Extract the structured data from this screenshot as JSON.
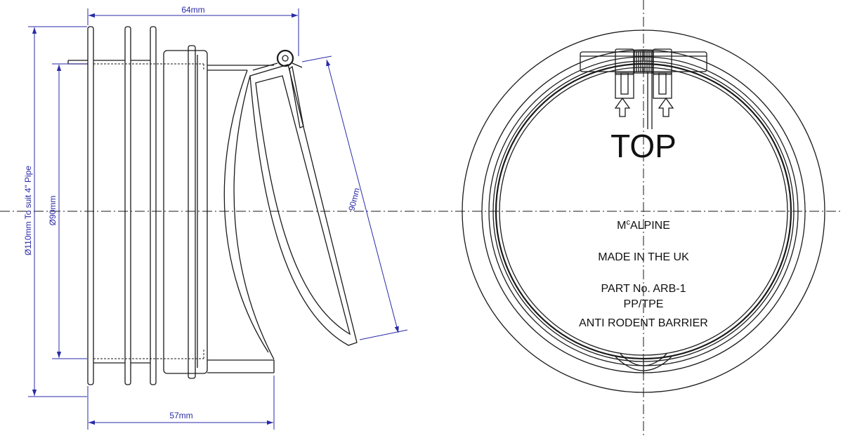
{
  "dimensions": {
    "overall_length": "64mm",
    "body_length": "57mm",
    "outer_diameter": "Ø110mm To suit 4\" Pipe",
    "inner_diameter": "Ø90mm",
    "flap_diameter": "90mm"
  },
  "face_markings": {
    "orientation": "TOP",
    "brand_prefix": "M",
    "brand_superscript": "c",
    "brand_suffix": "ALPINE",
    "origin": "MADE IN THE UK",
    "part_number": "PART No. ARB-1",
    "material": "PP/TPE",
    "product": "ANTI RODENT BARRIER"
  },
  "colors": {
    "line": "#1a1a1a",
    "dimension": "#2a2aa8"
  }
}
